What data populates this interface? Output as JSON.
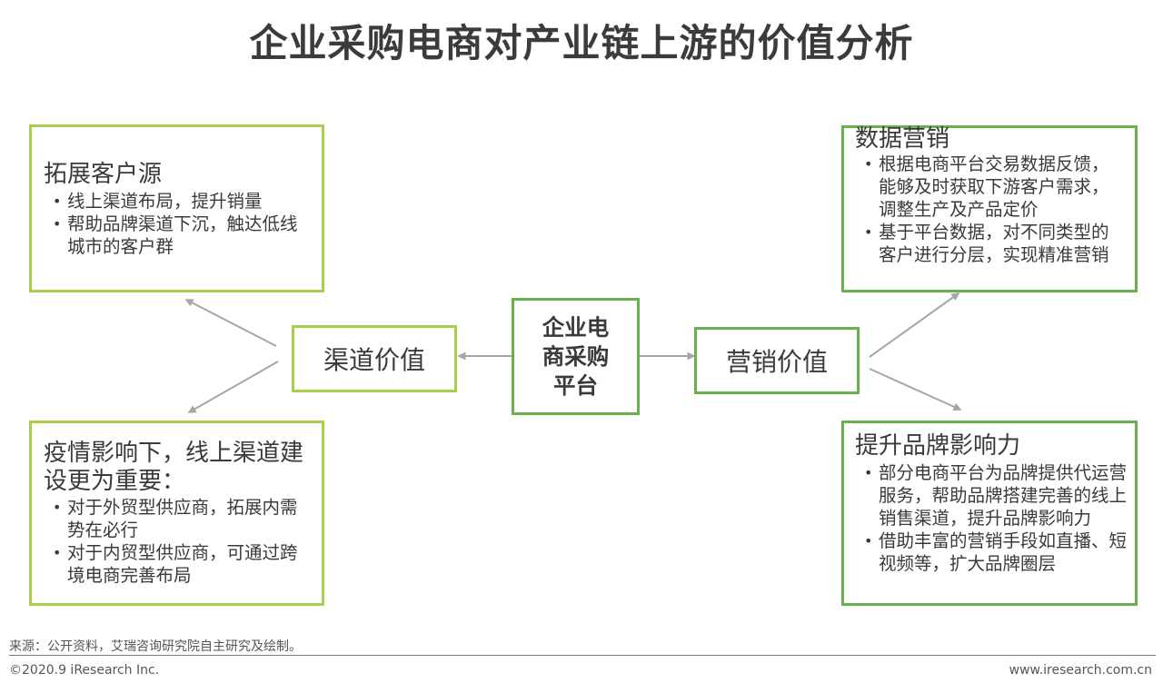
{
  "title": "企业采购电商对产业链上游的价值分析",
  "center": {
    "label": "企业电商采购平台"
  },
  "channel": {
    "label": "渠道价值"
  },
  "marketing": {
    "label": "营销价值"
  },
  "boxes": {
    "expand_customers": {
      "title": "拓展客户源",
      "items": [
        "线上渠道布局，提升销量",
        "帮助品牌渠道下沉，触达低线城市的客户群"
      ]
    },
    "epidemic": {
      "title": "疫情影响下，线上渠道建设更为重要：",
      "items": [
        "对于外贸型供应商，拓展内需势在必行",
        "对于内贸型供应商，可通过跨境电商完善布局"
      ]
    },
    "data_marketing": {
      "title": "数据营销",
      "items": [
        "根据电商平台交易数据反馈，能够及时获取下游客户需求，调整生产及产品定价",
        "基于平台数据，对不同类型的客户进行分层，实现精准营销"
      ]
    },
    "brand_influence": {
      "title": "提升品牌影响力",
      "items": [
        "部分电商平台为品牌提供代运营服务，帮助品牌搭建完善的线上销售渠道，提升品牌影响力",
        "借助丰富的营销手段如直播、短视频等，扩大品牌圈层"
      ]
    }
  },
  "footer": {
    "source": "来源：公开资料，艾瑞咨询研究院自主研究及绘制。",
    "copyright": "©2020.9 iResearch Inc.",
    "website": "www.iresearch.com.cn"
  },
  "colors": {
    "light_green": "#a9cf4a",
    "dark_green": "#6ab04c",
    "arrow": "#a6a6a6"
  }
}
